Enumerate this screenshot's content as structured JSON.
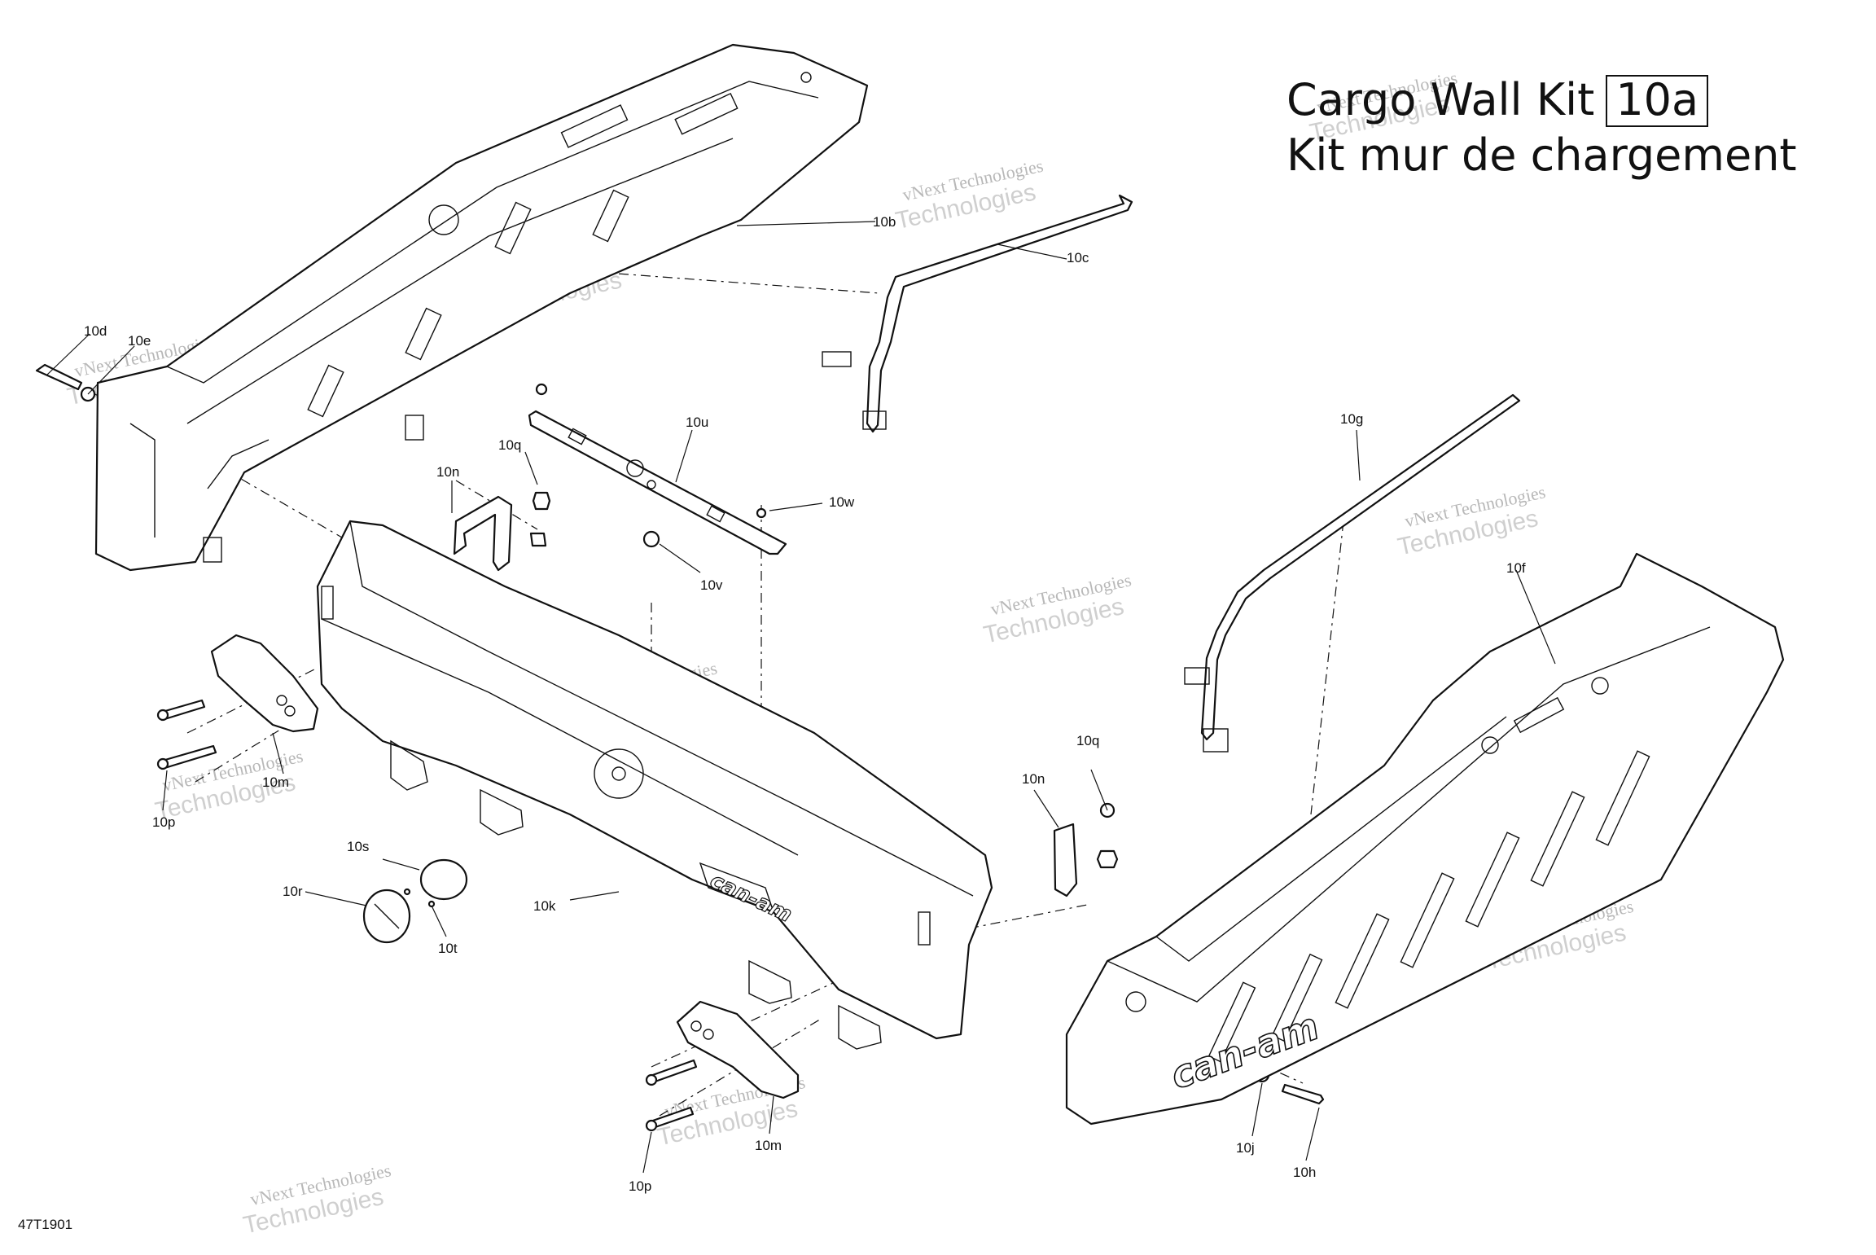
{
  "title": {
    "line1": "Cargo Wall Kit",
    "kit_id": "10a",
    "line2": "Kit mur de chargement"
  },
  "figure_code": "47T1901",
  "watermark": {
    "line1": "vNext Technologies",
    "line2": "Technologies"
  },
  "callouts": {
    "c10b": "10b",
    "c10c": "10c",
    "c10d": "10d",
    "c10e": "10e",
    "c10u": "10u",
    "c10q_top": "10q",
    "c10n_left": "10n",
    "c10w": "10w",
    "c10v": "10v",
    "c10g": "10g",
    "c10f": "10f",
    "c10m_left": "10m",
    "c10p_left": "10p",
    "c10s": "10s",
    "c10r": "10r",
    "c10t": "10t",
    "c10k": "10k",
    "c10q_right": "10q",
    "c10n_right": "10n",
    "c10m_bottom": "10m",
    "c10p_bottom": "10p",
    "c10j": "10j",
    "c10h": "10h"
  },
  "logo_text": "can-am"
}
